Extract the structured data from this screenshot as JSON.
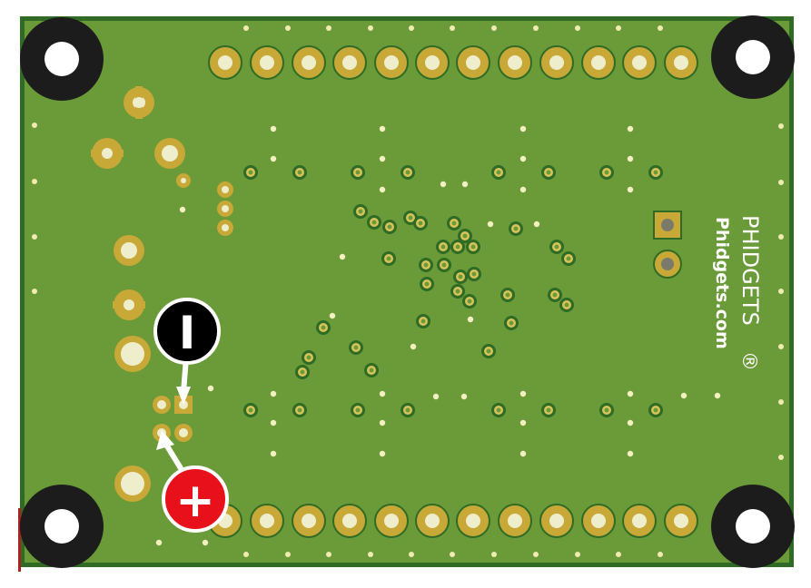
{
  "board": {
    "brand": "PHIDGETS",
    "registered_mark": "®",
    "website": "Phidgets.com",
    "colors": {
      "pcb": "#6b9a38",
      "pcb_edge": "#2f6b24",
      "pad_gold": "#c8a837",
      "pad_hole": "#eeeecc",
      "via_ring": "#2f6b24",
      "via_fill": "#d9c45a",
      "mount_hole": "#1c1c1c",
      "silkscreen": "#ffffff",
      "label_plus_bg": "#e8101a",
      "label_minus_bg": "#000000"
    }
  },
  "polarity_labels": {
    "negative": {
      "glyph": "I",
      "icon": "minus-terminal-icon"
    },
    "positive": {
      "glyph": "+",
      "icon": "plus-terminal-icon"
    }
  },
  "icons": {
    "mount_hole": "mounting-hole-icon",
    "header_pin": "header-pin-icon",
    "via": "via-icon",
    "test_point": "test-point-icon"
  }
}
